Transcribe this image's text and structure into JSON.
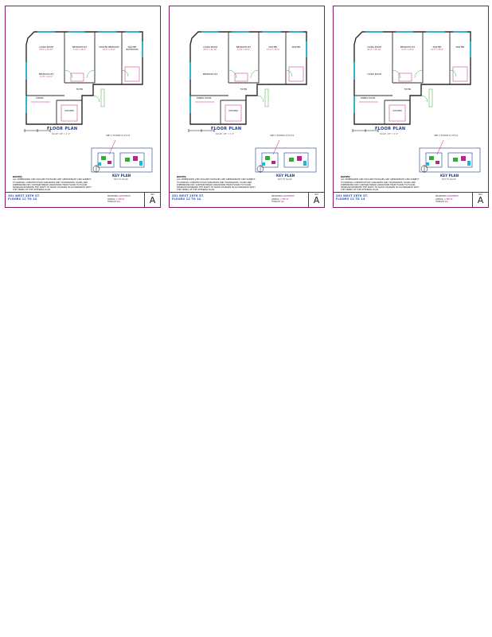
{
  "sheets": [
    {
      "rooms": {
        "living": "LIVING ROOM",
        "living_dim": "20'-6\" x 14'-10\"",
        "bed2": "BEDROOM #2",
        "bed2_dim": "11'-6\" x 15'-6\"",
        "master": "MASTER BEDROOM",
        "master_dim": "14'-0\" x 15'-0\"",
        "mbath": "MASTER BATHROOM",
        "mbath_dim": "",
        "bed3": "BEDROOM #3",
        "bed3_dim": "13'-6\" x 11'-6\"",
        "foyer": "FOYER",
        "dining": "DINING",
        "kitchen": "KITCHEN"
      },
      "plan_title": "FLOOR PLAN",
      "plan_scale": "SCALE: 1/8\" = 1'-0\"",
      "key_plan": "KEY PLAN",
      "key_plan_scale": "NOT TO SCALE",
      "key_note": "UNIT A FLOORS 12 TO 14",
      "legend_title": "NOTES:",
      "legend": "ALL DIMENSIONS AND SQUARE FOOTAGES ARE APPROXIMATE AND SUBJECT TO NORMAL CONSTRUCTION VARIANCES AND TOLERANCES. PLANS AND DIMENSIONS MAY CONTAIN MINOR VARIATIONS FROM FLOOR TO FLOOR. SPONSOR RESERVES THE RIGHT TO MAKE CHANGES IN ACCORDANCE WITH THE TERMS OF THE OFFERING PLAN.",
      "address": "261 WEST 28TH ST.",
      "floors": "FLOORS 12 TO 14",
      "tb_label1": "RESIDENCE",
      "tb_val1": "APARTMENT",
      "tb_label2": "APPROX.",
      "tb_val2": "1,385 SF",
      "tb_label3": "TERRACE",
      "tb_val3": "N/A",
      "tb_unit_label": "UNIT",
      "tb_unit": "A"
    },
    {
      "rooms": {
        "living": "LIVING ROOM",
        "living_dim": "20'-6\" x 14'-10\"",
        "bed2": "BEDROOM #2",
        "bed2_dim": "11'-6\" x 15'-6\"",
        "master": "MASTER",
        "master_dim": "14'-0\" x 15'-0\"",
        "mbath": "MASTER",
        "mbath_dim": "",
        "bed3": "BEDROOM #3",
        "bed3_dim": "",
        "foyer": "FOYER",
        "dining": "DINING ROOM",
        "kitchen": "KITCHEN"
      },
      "plan_title": "FLOOR PLAN",
      "plan_scale": "SCALE: 1/8\" = 1'-0\"",
      "key_plan": "KEY PLAN",
      "key_plan_scale": "NOT TO SCALE",
      "key_note": "UNIT A FLOORS 12 TO 14",
      "legend_title": "NOTES:",
      "legend": "ALL DIMENSIONS AND SQUARE FOOTAGES ARE APPROXIMATE AND SUBJECT TO NORMAL CONSTRUCTION VARIANCES AND TOLERANCES. PLANS AND DIMENSIONS MAY CONTAIN MINOR VARIATIONS FROM FLOOR TO FLOOR. SPONSOR RESERVES THE RIGHT TO MAKE CHANGES IN ACCORDANCE WITH THE TERMS OF THE OFFERING PLAN.",
      "address": "261 WEST 28TH ST.",
      "floors": "FLOORS 12 TO 14",
      "tb_label1": "RESIDENCE",
      "tb_val1": "APARTMENT",
      "tb_label2": "APPROX.",
      "tb_val2": "1,385 SF",
      "tb_label3": "TERRACE",
      "tb_val3": "N/A",
      "tb_unit_label": "UNIT",
      "tb_unit": "A"
    },
    {
      "rooms": {
        "living": "LIVING ROOM",
        "living_dim": "20'-6\" x 14'-10\"",
        "bed2": "BEDROOM #2",
        "bed2_dim": "11'-6\" x 15'-6\"",
        "master": "MASTER",
        "master_dim": "14'-0\" x 15'-0\"",
        "mbath": "MASTER",
        "mbath_dim": "",
        "bed3": "LIVING ROOM",
        "bed3_dim": "",
        "foyer": "FOYER",
        "dining": "DINING ROOM",
        "kitchen": "KITCHEN"
      },
      "plan_title": "FLOOR PLAN",
      "plan_scale": "SCALE: 1/8\" = 1'-0\"",
      "key_plan": "KEY PLAN",
      "key_plan_scale": "NOT TO SCALE",
      "key_note": "UNIT A FLOORS 12 TO 14",
      "legend_title": "NOTES:",
      "legend": "ALL DIMENSIONS AND SQUARE FOOTAGES ARE APPROXIMATE AND SUBJECT TO NORMAL CONSTRUCTION VARIANCES AND TOLERANCES. PLANS AND DIMENSIONS MAY CONTAIN MINOR VARIATIONS FROM FLOOR TO FLOOR. SPONSOR RESERVES THE RIGHT TO MAKE CHANGES IN ACCORDANCE WITH THE TERMS OF THE OFFERING PLAN.",
      "address": "261 WEST 28TH ST.",
      "floors": "FLOORS 12 TO 14",
      "tb_label1": "RESIDENCE",
      "tb_val1": "APARTMENT",
      "tb_label2": "APPROX.",
      "tb_val2": "1,385 SF",
      "tb_label3": "TERRACE",
      "tb_val3": "N/A",
      "tb_unit_label": "UNIT",
      "tb_unit": "A"
    }
  ],
  "colors": {
    "wall": "#2a2a2a",
    "cyan": "#18b8d8",
    "magenta": "#c0208a",
    "green": "#3aa83a",
    "blue": "#1a3a8a",
    "border": "#8a1a6a"
  }
}
